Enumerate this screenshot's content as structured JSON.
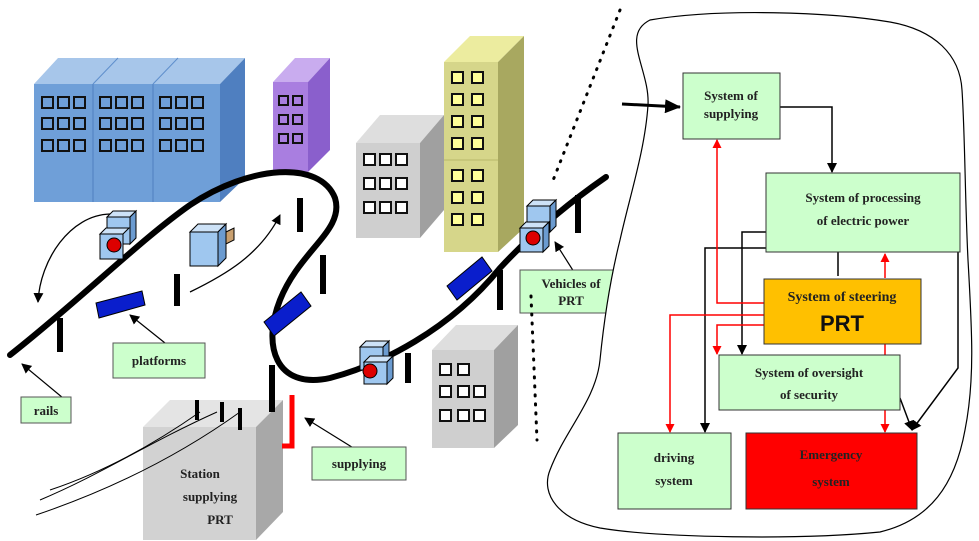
{
  "scene": {
    "rails_label": "rails",
    "platforms_label": "platforms",
    "vehicles_label_1": "Vehicles of",
    "vehicles_label_2": "PRT",
    "supplying_label": "supplying",
    "station_label_1": "Station",
    "station_label_2": "supplying",
    "station_label_3": "PRT"
  },
  "system": {
    "supplying_1": "System of",
    "supplying_2": "supplying",
    "processing_1": "System of processing",
    "processing_2": "of electric power",
    "steering_1": "System of steering",
    "steering_2": "PRT",
    "oversight_1": "System of oversight",
    "oversight_2": "of security",
    "driving_1": "driving",
    "driving_2": "system",
    "emergency_1": "Emergency",
    "emergency_2": "system"
  },
  "colors": {
    "box_green": "#ccffcc",
    "steering_orange": "#ffc000",
    "emergency_red": "#ff0000",
    "red_arrow": "#ff0000",
    "building_blue": "#6f9fd8",
    "building_purple": "#a97ee0",
    "building_gray": "#c8c8c8",
    "building_khaki": "#d6d68a",
    "platform_blue": "#0a1ecc",
    "vehicle_blue": "#9fc7ef"
  }
}
